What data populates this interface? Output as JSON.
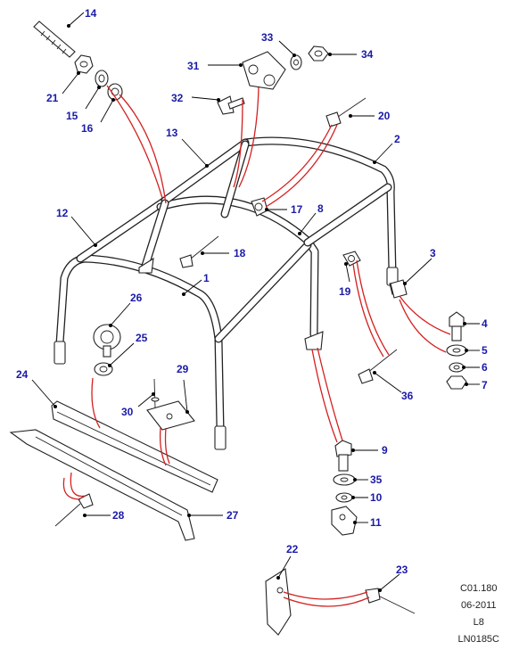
{
  "parts": [
    "1",
    "2",
    "3",
    "4",
    "5",
    "6",
    "7",
    "8",
    "9",
    "10",
    "11",
    "12",
    "13",
    "14",
    "15",
    "16",
    "17",
    "18",
    "19",
    "20",
    "21",
    "22",
    "23",
    "24",
    "25",
    "26",
    "27",
    "28",
    "29",
    "30",
    "31",
    "32",
    "33",
    "34",
    "35",
    "36"
  ],
  "reference": {
    "code": "C01.180",
    "date": "06-2011",
    "line": "L8",
    "drawing": "LN0185C"
  },
  "colors": {
    "callout": "#1a1aa8",
    "leader": "#d42020",
    "line": "#222222"
  }
}
